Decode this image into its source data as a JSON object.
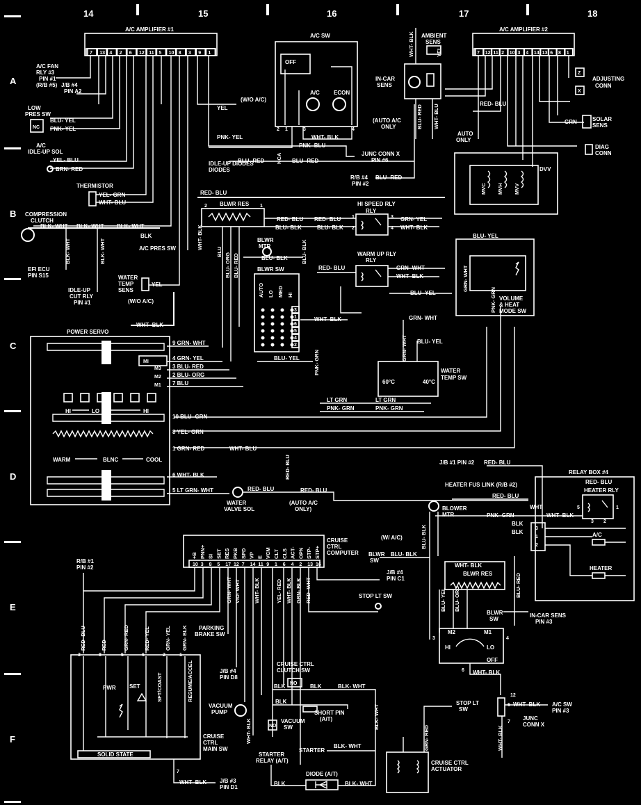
{
  "grid": {
    "columns": [
      "14",
      "15",
      "16",
      "17",
      "18"
    ],
    "rows": [
      "A",
      "B",
      "C",
      "D",
      "E",
      "F"
    ]
  },
  "components": {
    "ac_amp1": "A/C AMPLIFIER #1",
    "ac_sw": "A/C SW",
    "ambient_sens": "AMBIENT SENS",
    "ac_amp2": "A/C AMPLIFIER #2",
    "ac_fan_rly": "A/C FAN RLY #3 PIN #1 (R/B #5)",
    "jb4_a2": "J/B #4 PIN A2",
    "low_pres_sw": "LOW PRES SW",
    "ac_idle_sol": "A/C IDLE-UP SOL",
    "thermistor": "THERMISTOR",
    "compression_clutch": "COMPRESSION CLUTCH",
    "efi_ecu": "EFI ECU PIN S15",
    "idle_up_cut": "IDLE-UP CUT RLY PIN #1",
    "water_temp_sens": "WATER TEMP SENS",
    "wo_ac": "(W/O A/C)",
    "power_servo": "POWER SERVO",
    "in_car_sens": "IN-CAR SENS",
    "auto_ac_only": "(AUTO A/C ONLY)",
    "junc_conn_x": "JUNC CONN X PIN #6",
    "idle_up_diodes": "IDLE-UP DIODES",
    "rb4_pin2": "R/B #4 PIN #2",
    "adjusting_conn": "ADJUSTING CONN",
    "solar_sens": "SOLAR SENS",
    "diag_conn": "DIAG CONN",
    "dvv": "DVV",
    "blwr_res": "BLWR RES",
    "hi_speed_rly": "HI SPEED RLY",
    "blwr_mtr": "BLWR MTR",
    "warm_up_rly": "WARM UP RLY",
    "blwr_sw": "BLWR SW",
    "volume_heat": "VOLUME & HEAT MODE SW",
    "water_temp_sw": "WATER TEMP SW",
    "ac_pres_sw": "A/C PRES SW",
    "water_valve_sol": "WATER VALVE SOL",
    "jb1_pin2": "J/B #1 PIN #2",
    "heater_fus": "HEATER FUS LINK (R/B #2)",
    "relay_box4": "RELAY BOX #4",
    "heater_rly": "HEATER RLY",
    "blower_mtr": "BLOWER MTR",
    "cruise_computer": "CRUISE CTRL COMPUTER",
    "w_ac": "(W/ A/C)",
    "blwr_sw2": "BLWR SW",
    "jb4_c1": "J/B #4 PIN C1",
    "stop_lt_sw": "STOP LT SW",
    "rb1_pin2": "R/B #1 PIN #2",
    "parking_brake": "PARKING BRAKE SW",
    "jb4_d8": "J/B #4 PIN D8",
    "cruise_clutch": "CRUISE CTRL CLUTCH SW",
    "vacuum_pump": "VACUUM PUMP",
    "vacuum_sw": "VACUUM SW",
    "short_pin": "SHORT PIN (A/T)",
    "starter_relay": "STARTER RELAY (A/T)",
    "starter": "STARTER",
    "diode": "DIODE (A/T)",
    "cruise_main": "CRUISE CTRL MAIN SW",
    "solid_state": "SOLID STATE",
    "jb3_d1": "J/B #3 PIN D1",
    "cruise_actuator": "CRUISE CTRL ACTUATOR",
    "stop_lt_sw2": "STOP LT SW",
    "blwr_res2": "BLWR RES",
    "blwr_sw3": "BLWR SW",
    "in_car_sens3": "IN-CAR SENS PIN #3",
    "ac_sw_pin3": "A/C SW PIN #3",
    "junc_conn_x2": "JUNC CONN X",
    "ac": "A/C",
    "heater": "HEATER"
  },
  "wire_labels": [
    "BLU- YEL",
    "PNK- YEL",
    "YEL- BLU",
    "BRN- RED",
    "YEL- GRN",
    "WHT- BLU",
    "BLK- WHT",
    "RED- BLU",
    "WHT- BLK",
    "PNK- BLU",
    "BLU- RED",
    "GRN- WHT",
    "GRN- YEL",
    "BLU- ORG",
    "LT GRN",
    "PNK- GRN",
    "BLU- BLK",
    "10 BLU- GRN",
    "8 YEL- GRN",
    "1 GRN- RED",
    "6 WHT- BLK",
    "5 LT GRN- WHT",
    "RED- YEL",
    "GRN- BLK",
    "WHT- RED",
    "VIO- WHT",
    "YEL- RED",
    "GRN- BLK"
  ],
  "computer_pins": [
    "+B",
    "PNN+",
    "SI",
    "SET",
    "RES",
    "PKB",
    "SPD",
    "VP",
    "E",
    "VCM",
    "CLT",
    "CLS",
    "ACT-",
    "OPN",
    "STP-",
    "STP+"
  ],
  "computer_pin_numbers": [
    "10",
    "3",
    "8",
    "5",
    "17",
    "12",
    "7",
    "14",
    "11",
    "9",
    "1",
    "6",
    "4",
    "2",
    "13",
    "16"
  ],
  "amp1_pins": [
    "7",
    "13",
    "4",
    "2",
    "6",
    "12",
    "11",
    "5",
    "10",
    "8",
    "3",
    "9",
    "1"
  ],
  "amp2_pins": [
    "7",
    "12",
    "11",
    "2",
    "10",
    "3",
    "4",
    "14",
    "13",
    "6",
    "8",
    "1"
  ],
  "servo_labels": [
    "HI",
    "LO",
    "HI",
    "WARM",
    "BLNC",
    "COOL",
    "MI",
    "M3",
    "M2",
    "M1"
  ],
  "blwr_sw_labels": [
    "AUTO",
    "LO",
    "MED",
    "HI"
  ],
  "cruise_main_labels": [
    "PWR",
    "SET",
    "SFT/COAST",
    "RESUME/ACCEL"
  ],
  "temps": [
    "60°C",
    "40°C"
  ]
}
